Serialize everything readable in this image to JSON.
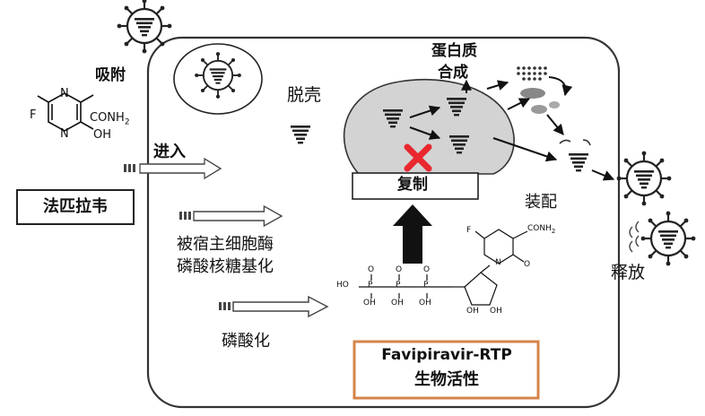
{
  "labels": {
    "adsorption": "吸附",
    "uncoating": "脱壳",
    "protein_synthesis_line1": "蛋白质",
    "protein_synthesis_line2": "合成",
    "entry": "进入",
    "replication": "复制",
    "assembly": "装配",
    "release": "释放",
    "host_phosphorylation_line1": "被宿主细胞酶",
    "host_phosphorylation_line2": "磷酸核糖基化",
    "phosphorylation": "磷酸化"
  },
  "drug": {
    "name": "法匹拉韦",
    "structure_groups": {
      "fluoro": "F",
      "amide": "CONH",
      "amide_sub": "2",
      "hydroxyl": "OH",
      "ring_n_top": "N",
      "ring_n_bottom": "N"
    }
  },
  "metabolite": {
    "line1": "Favipiravir-RTP",
    "line2": "生物活性",
    "structure_groups": {
      "ho": "HO",
      "oh": "OH",
      "p": "P",
      "o": "O",
      "fluoro": "F",
      "amide": "CONH",
      "amide_sub": "2",
      "ring_n": "N"
    }
  },
  "colors": {
    "cell_border": "#333333",
    "nucleus_fill": "#d3d3d3",
    "block_x": "#e8272e",
    "result_box_border": "#d4844a",
    "arrow": "#111111"
  }
}
